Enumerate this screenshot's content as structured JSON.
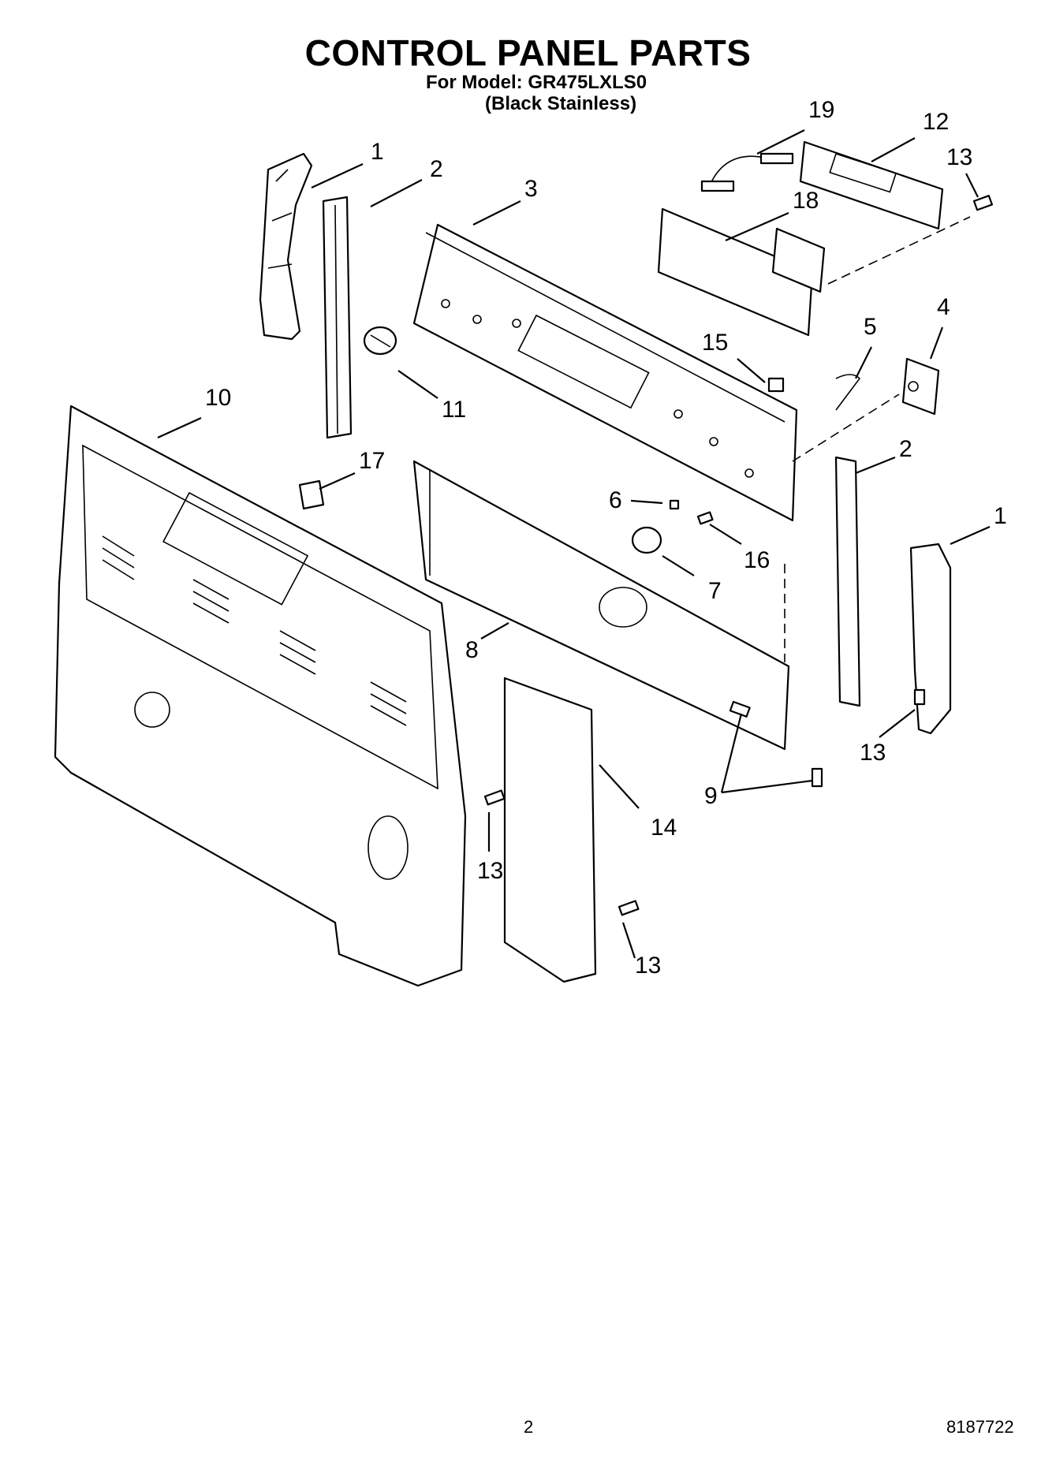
{
  "header": {
    "title": "CONTROL PANEL PARTS",
    "model_line": "For Model: GR475LXLS0",
    "variant_line": "(Black Stainless)"
  },
  "callouts": {
    "c1a": "1",
    "c2a": "2",
    "c3": "3",
    "c19": "19",
    "c12": "12",
    "c13a": "13",
    "c18": "18",
    "c5": "5",
    "c4": "4",
    "c15": "15",
    "c11": "11",
    "c10": "10",
    "c17": "17",
    "c2b": "2",
    "c1b": "1",
    "c6": "6",
    "c16": "16",
    "c7": "7",
    "c8": "8",
    "c13b": "13",
    "c9": "9",
    "c14": "14",
    "c13c": "13",
    "c13d": "13"
  },
  "footer": {
    "page_number": "2",
    "document_number": "8187722"
  }
}
